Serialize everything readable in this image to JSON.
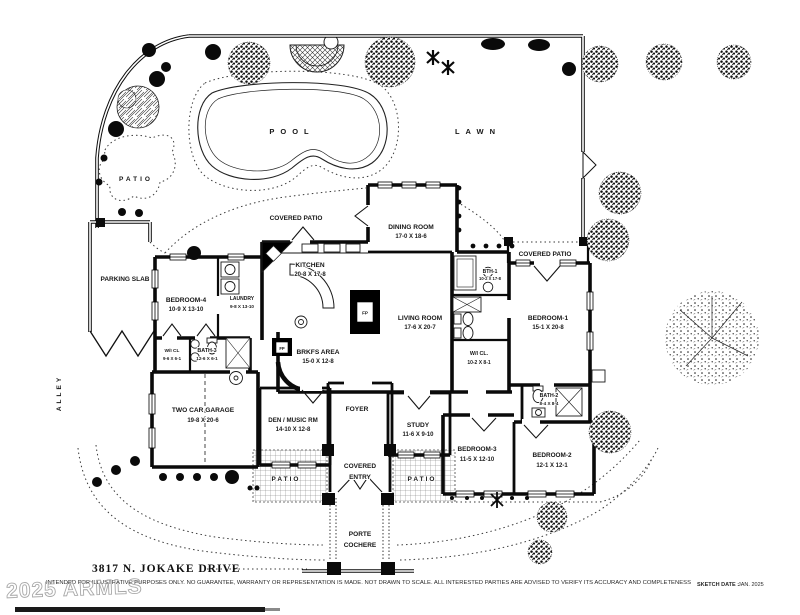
{
  "footer": {
    "address": "3817 N. JOKAKE DRIVE",
    "disclaimer": "INTENDED FOR ILLUSTRATIVE PURPOSES ONLY.  NO GUARANTEE, WARRANTY OR REPRESENTATION IS MADE.  NOT DRAWN TO SCALE.  ALL INTERESTED PARTIES ARE ADVISED TO VERIFY ITS ACCURACY AND COMPLETENESS",
    "sketch_date_label": "SKETCH DATE :",
    "sketch_date": "JAN. 2025",
    "watermark": "2025 ARMLS"
  },
  "site": {
    "pool": "POOL",
    "lawn": "LAWN",
    "patio_upper": "PATIO",
    "patio_left": "PATIO",
    "patio_right": "PATIO",
    "covered_patio_left": "COVERED PATIO",
    "covered_patio_right": "COVERED PATIO",
    "parking_slab": "PARKING SLAB",
    "alley": "ALLEY",
    "covered_entry_line1": "COVERED",
    "covered_entry_line2": "ENTRY",
    "porte_line1": "PORTE",
    "porte_line2": "COCHERE"
  },
  "symbols": {
    "fireplace": "FP"
  },
  "rooms": {
    "bedroom4": {
      "name": "BEDROOM-4",
      "dims": "10-9 X 13-10"
    },
    "laundry": {
      "name": "LAUNDRY",
      "dims": "9-8 X 13-10"
    },
    "wicl_left": {
      "name": "W/I CL",
      "dims": "9-6 X 6-1"
    },
    "bath3": {
      "name": "BATH-3",
      "dims": "12-6 X 6-1"
    },
    "kitchen": {
      "name": "KITCHEN",
      "dims": "20-8 X 17-8"
    },
    "dining": {
      "name": "DINING ROOM",
      "dims": "17-0 X 18-6"
    },
    "living": {
      "name": "LIVING ROOM",
      "dims": "17-6 X 20-7"
    },
    "brkfs": {
      "name": "BRKFS AREA",
      "dims": "15-0 X 12-8"
    },
    "bth1": {
      "name": "BTH-1",
      "dims": "10-2 X 17-8"
    },
    "bedroom1": {
      "name": "BEDROOM-1",
      "dims": "15-1 X 20-8"
    },
    "wicl_right": {
      "name": "W/I CL.",
      "dims": "10-2 X 8-1"
    },
    "garage": {
      "name": "TWO CAR GARAGE",
      "dims": "19-8 X 20-6"
    },
    "den": {
      "name": "DEN / MUSIC RM",
      "dims": "14-10 X 12-8"
    },
    "foyer": {
      "name": "FOYER"
    },
    "study": {
      "name": "STUDY",
      "dims": "11-6 X 9-10"
    },
    "bedroom3": {
      "name": "BEDROOM-3",
      "dims": "11-5 X 12-10"
    },
    "bedroom2": {
      "name": "BEDROOM-2",
      "dims": "12-1 X 12-1"
    },
    "bath2": {
      "name": "BATH-2",
      "dims": "8-4 X 8-4"
    }
  }
}
